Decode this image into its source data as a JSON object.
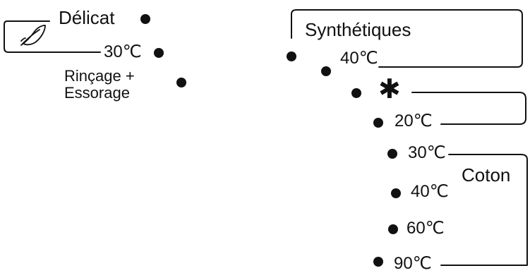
{
  "panel": {
    "delicat": {
      "label": "Délicat",
      "icon": "feather-icon"
    },
    "delicat_temp": "30℃",
    "rincage": "Rinçage +\nEssorage",
    "synthetiques": {
      "label": "Synthétiques",
      "temp": "40℃"
    },
    "cold_icon": "snowflake-icon",
    "cold_symbol": "✱",
    "coton": {
      "label": "Coton",
      "temps": [
        "20℃",
        "30℃",
        "40℃",
        "60℃",
        "90℃"
      ]
    }
  },
  "colors": {
    "ink": "#111111",
    "background": "#ffffff"
  }
}
